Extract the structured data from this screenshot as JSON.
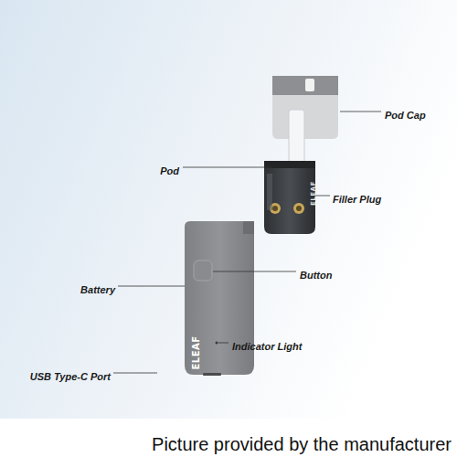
{
  "diagram": {
    "labels": [
      "Pod Cap",
      "Pod",
      "Filler Plug",
      "Button",
      "Battery",
      "Indicator Light",
      "USB Type-C Port",
      "ELEAF",
      "ELEAF",
      "Picture provided by the manufacturer"
    ]
  }
}
